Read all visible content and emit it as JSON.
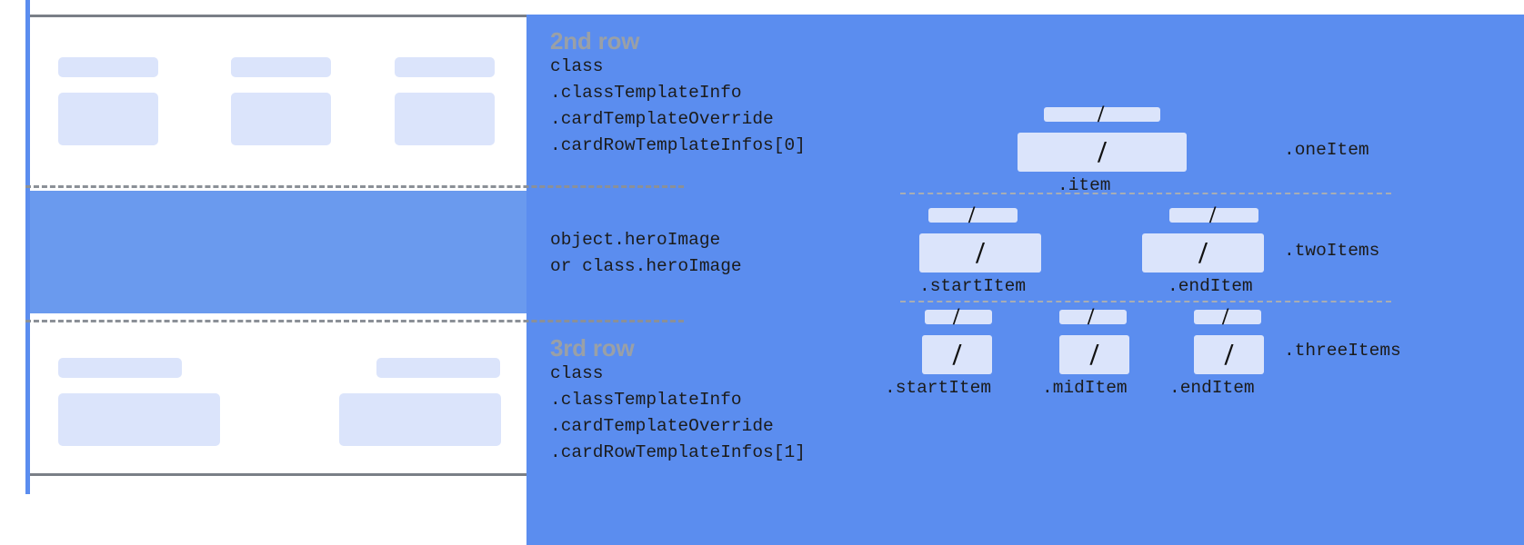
{
  "left_diagram": {
    "rows": [
      {
        "id": "second-row",
        "heading": "2nd row",
        "code_lines": [
          "class",
          ".classTemplateInfo",
          ".cardTemplateOverride",
          ".cardRowTemplateInfos[0]"
        ],
        "placeholder_count": 3
      },
      {
        "id": "hero-row",
        "heading": "",
        "code_lines": [
          "object.heroImage",
          "or class.heroImage"
        ],
        "placeholder_count": 0
      },
      {
        "id": "third-row",
        "heading": "3rd row",
        "code_lines": [
          "class",
          ".classTemplateInfo",
          ".cardTemplateOverride",
          ".cardRowTemplateInfos[1]"
        ],
        "placeholder_count": 2
      }
    ]
  },
  "right_diagram": {
    "slash_glyph": "/",
    "groups": [
      {
        "id": "one-item",
        "label": ".oneItem",
        "items": [
          {
            "caption": ".item"
          }
        ]
      },
      {
        "id": "two-items",
        "label": ".twoItems",
        "items": [
          {
            "caption": ".startItem"
          },
          {
            "caption": ".endItem"
          }
        ]
      },
      {
        "id": "three-items",
        "label": ".threeItems",
        "items": [
          {
            "caption": ".startItem"
          },
          {
            "caption": ".midItem"
          },
          {
            "caption": ".endItem"
          }
        ]
      }
    ]
  },
  "colors": {
    "hero_blue": "#6a9aee",
    "guide_blue": "#5b8def",
    "placeholder_blue": "#dbe4fb",
    "rule_gray": "#7a7f87",
    "heading_gray": "#9aa0a6",
    "text_black": "#1b1b1b"
  }
}
